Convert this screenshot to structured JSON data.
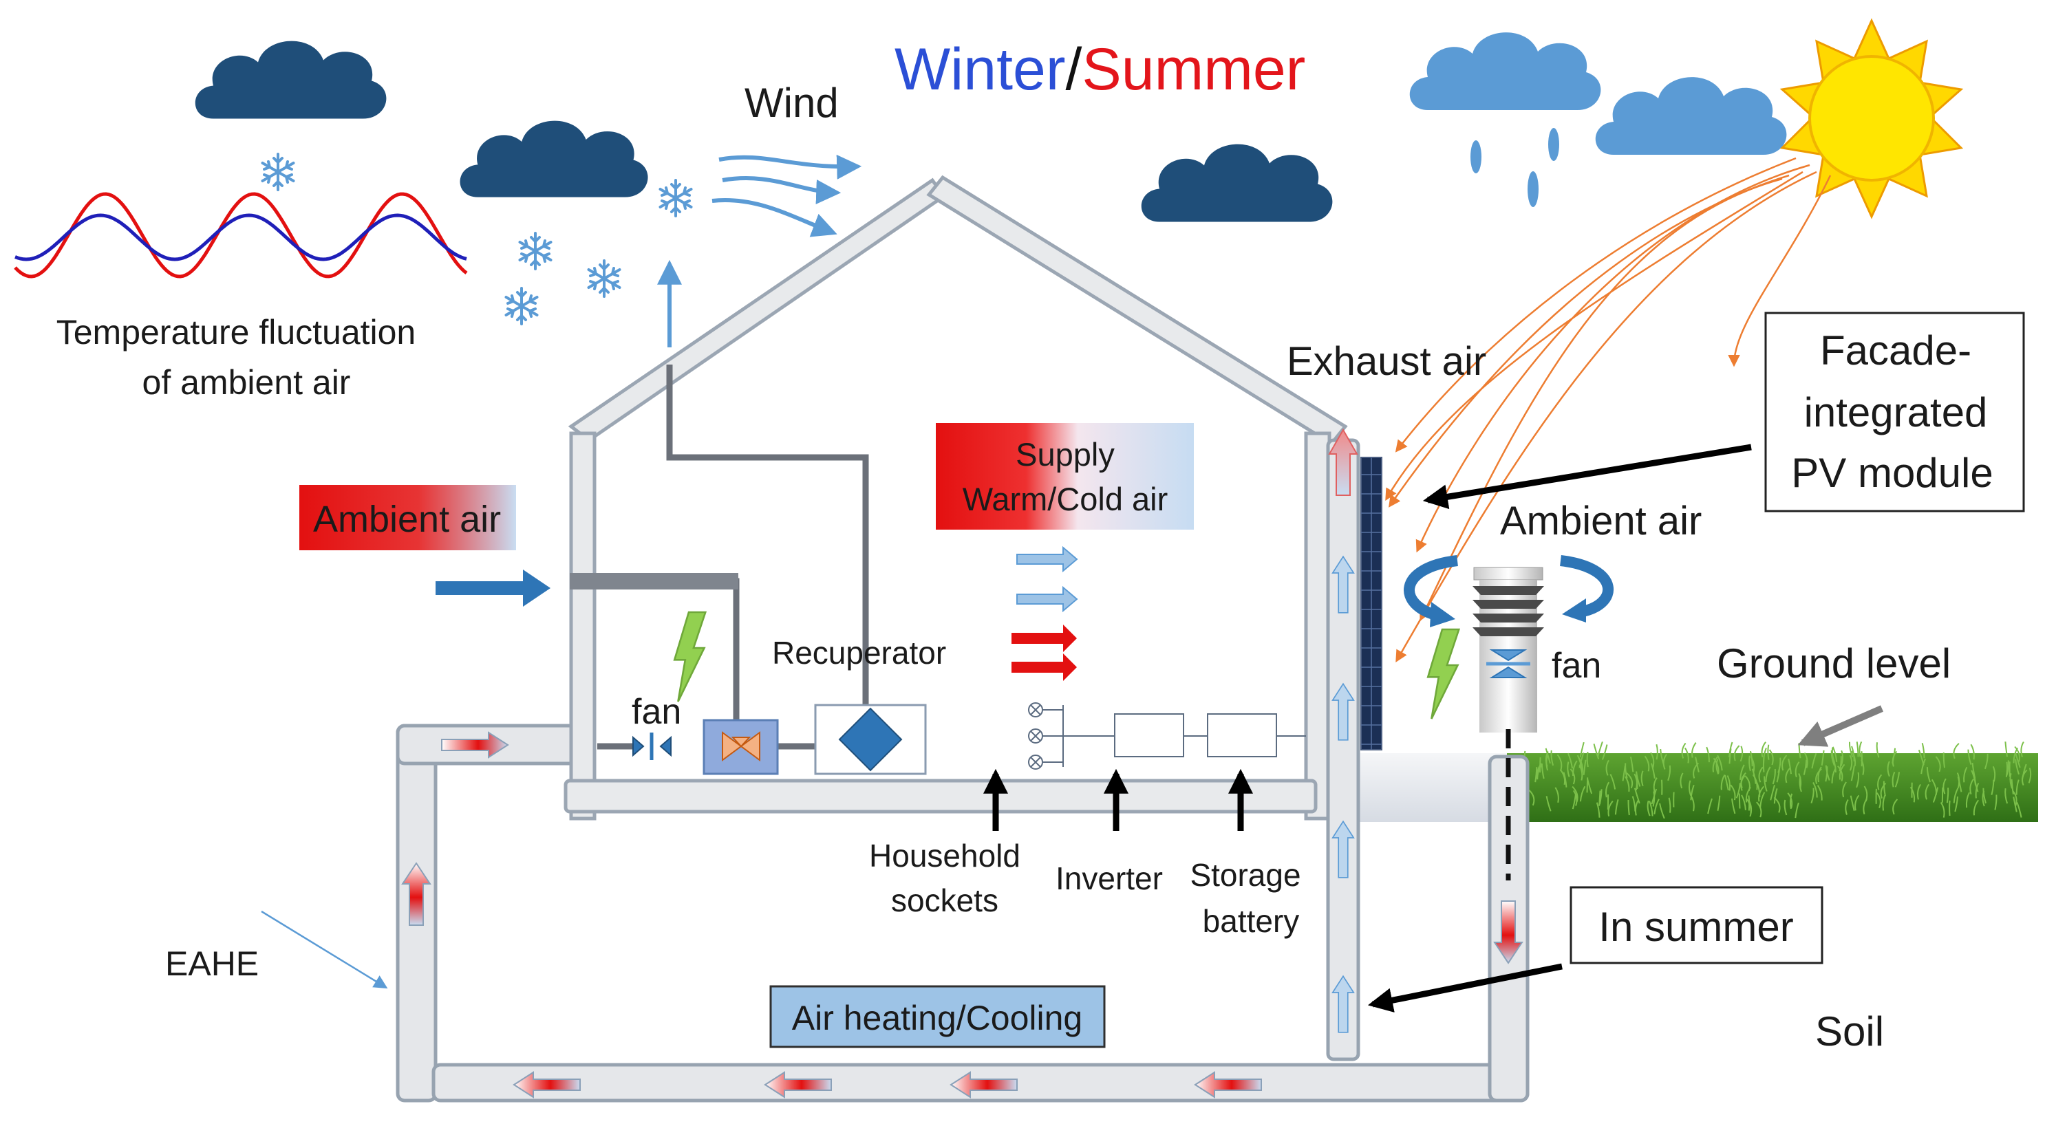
{
  "title": {
    "winter": "Winter",
    "slash": "/",
    "summer": "Summer"
  },
  "colors": {
    "winter": "#2b4fd6",
    "summer": "#e3151b",
    "cloud_dark": "#1f4e79",
    "cloud_light": "#5b9bd5",
    "flow_arrow": "#5b9bd5",
    "pipe_fill": "#e5e7ea",
    "pipe_stroke": "#97a3b0",
    "sun": "#ffd800",
    "grass": "#3f8a1e",
    "ray": "#ed7d31"
  },
  "labels": {
    "wind": "Wind",
    "temp_fluct_1": "Temperature fluctuation",
    "temp_fluct_2": "of ambient air",
    "exhaust": "Exhaust  air",
    "facade_1": "Facade-",
    "facade_2": "integrated",
    "facade_3": "PV module",
    "ambient_left": "Ambient air",
    "ambient_right": "Ambient air",
    "supply_1": "Supply",
    "supply_2": "Warm/Cold air",
    "recuperator": "Recuperator",
    "fan_left": "fan",
    "fan_right": "fan",
    "ground_level": "Ground level",
    "household_1": "Household",
    "household_2": "sockets",
    "inverter": "Inverter",
    "storage_1": "Storage",
    "storage_2": "battery",
    "in_summer": "In summer",
    "eahe": "EAHE",
    "air_heating": "Air heating/Cooling",
    "soil": "Soil"
  },
  "icons": [
    "cloud-icon",
    "snowflake-icon",
    "sun-icon",
    "raindrop-icon",
    "lightning-icon",
    "fan-icon",
    "recuperator-icon",
    "valve-icon",
    "ventilation-tower-icon",
    "pv-panel-icon"
  ]
}
